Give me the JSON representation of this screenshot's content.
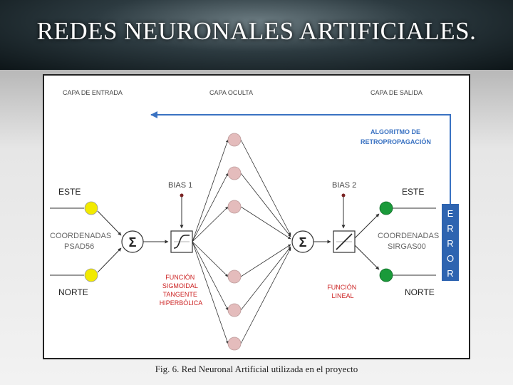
{
  "slide": {
    "title": "REDES NEURONALES ARTIFICIALES.",
    "caption": "Fig. 6. Red Neuronal Artificial utilizada en el proyecto"
  },
  "diagram": {
    "layers": {
      "input": "CAPA DE ENTRADA",
      "hidden": "CAPA OCULTA",
      "output": "CAPA DE SALIDA"
    },
    "backprop": [
      "ALGORITMO DE",
      "RETROPROPAGACIÓN"
    ],
    "inputs": {
      "top": "ESTE",
      "coords": [
        "COORDENADAS",
        "PSAD56"
      ],
      "bottom": "NORTE"
    },
    "outputs": {
      "top": "ESTE",
      "coords": [
        "COORDENADAS",
        "SIRGAS00"
      ],
      "bottom": "NORTE"
    },
    "bias1": "BIAS 1",
    "bias2": "BIAS 2",
    "sum_symbol": "Σ",
    "function1": [
      "FUNCIÓN",
      "SIGMOIDAL",
      "TANGENTE",
      "HIPERBÓLICA"
    ],
    "function2": [
      "FUNCIÓN",
      "LINEAL"
    ],
    "error_letters": [
      "E",
      "R",
      "R",
      "O",
      "R"
    ],
    "colors": {
      "input_node": "#f2ea00",
      "output_node": "#1a9a3a",
      "hidden_node": "#e4bcbc",
      "accent_blue": "#3a72c2",
      "red_label": "#cc2222",
      "error_box": "#2e64b0"
    }
  }
}
